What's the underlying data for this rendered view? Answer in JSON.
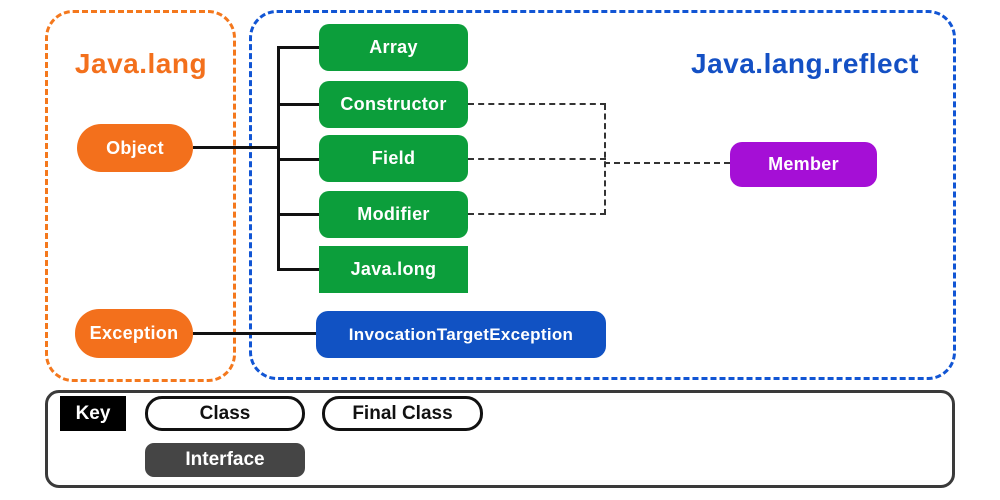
{
  "titles": {
    "java_lang": "Java.lang",
    "java_lang_reflect": "Java.lang.reflect"
  },
  "nodes": {
    "object": "Object",
    "exception": "Exception",
    "array": "Array",
    "constructor": "Constructor",
    "field": "Field",
    "modifier": "Modifier",
    "java_long": "Java.long",
    "invocation_target_exception": "InvocationTargetException",
    "member": "Member"
  },
  "key": {
    "title": "Key",
    "class_label": "Class",
    "final_class_label": "Final Class",
    "interface_label": "Interface"
  },
  "colors": {
    "orange": "#f3701c",
    "orange_dash": "#f4781d",
    "green": "#0c9e3b",
    "blue_box": "#1152c3",
    "purple": "#a50fd6",
    "blue_title": "#1450c4",
    "blue_dash": "#1155d4",
    "interface_gray": "#454545",
    "line_black": "#111111",
    "dash_gray": "#333333"
  }
}
